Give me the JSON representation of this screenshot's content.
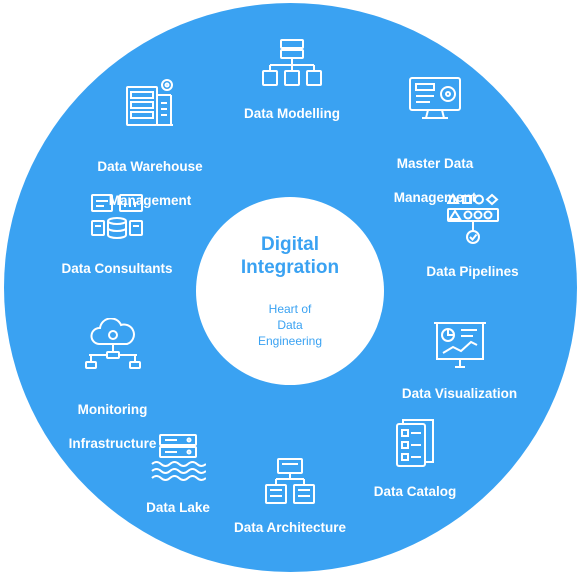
{
  "colors": {
    "wheel": "#3aa2f2",
    "center": "#ffffff",
    "text_center": "#3aa2f2",
    "label": "#ffffff"
  },
  "center": {
    "title_line1": "Digital",
    "title_line2": "Integration",
    "sub_line1": "Heart of",
    "sub_line2": "Data",
    "sub_line3": "Engineering"
  },
  "segments": {
    "data_modelling": {
      "label": "Data Modelling",
      "icon": "hierarchy-server-icon"
    },
    "master_data": {
      "line1": "Master Data",
      "line2": "Management",
      "icon": "monitor-settings-icon"
    },
    "pipelines": {
      "label": "Data Pipelines",
      "icon": "pipeline-shapes-icon"
    },
    "visualization": {
      "label": "Data Visualization",
      "icon": "presentation-chart-icon"
    },
    "catalog": {
      "label": "Data Catalog",
      "icon": "catalog-document-icon"
    },
    "architecture": {
      "label": "Data Architecture",
      "icon": "architecture-blocks-icon"
    },
    "lake": {
      "label": "Data Lake",
      "icon": "server-water-icon"
    },
    "monitoring": {
      "line1": "Monitoring",
      "line2": "Infrastructure",
      "icon": "cloud-network-icon"
    },
    "consultants": {
      "label": "Data Consultants",
      "icon": "consultant-database-icon"
    },
    "warehouse": {
      "line1": "Data Warehouse",
      "line2": "Management",
      "icon": "warehouse-gear-icon"
    }
  }
}
